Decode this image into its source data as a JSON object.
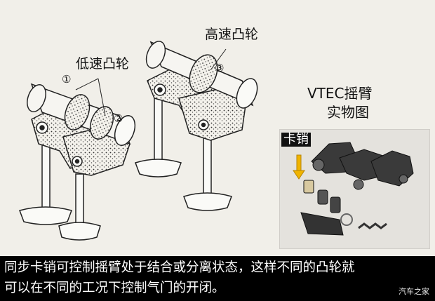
{
  "diagram": {
    "label_low_speed_cam": "低速凸轮",
    "label_high_speed_cam": "高速凸轮",
    "marker_1": "①",
    "marker_2": "②",
    "marker_3": "③"
  },
  "photo": {
    "title_line1": "VTEC摇臂",
    "title_line2": "实物图",
    "pin_label": "卡销"
  },
  "caption": {
    "line1": "同步卡销可控制摇臂处于结合或分离状态，这样不同的凸轮就",
    "line2": "可以在不同的工况下控制气门的开闭。"
  },
  "watermark": "汽车之家",
  "colors": {
    "background": "#f1efe9",
    "caption_bg": "#000000",
    "caption_text": "#ffffff",
    "pin_arrow": "#f0b400"
  }
}
